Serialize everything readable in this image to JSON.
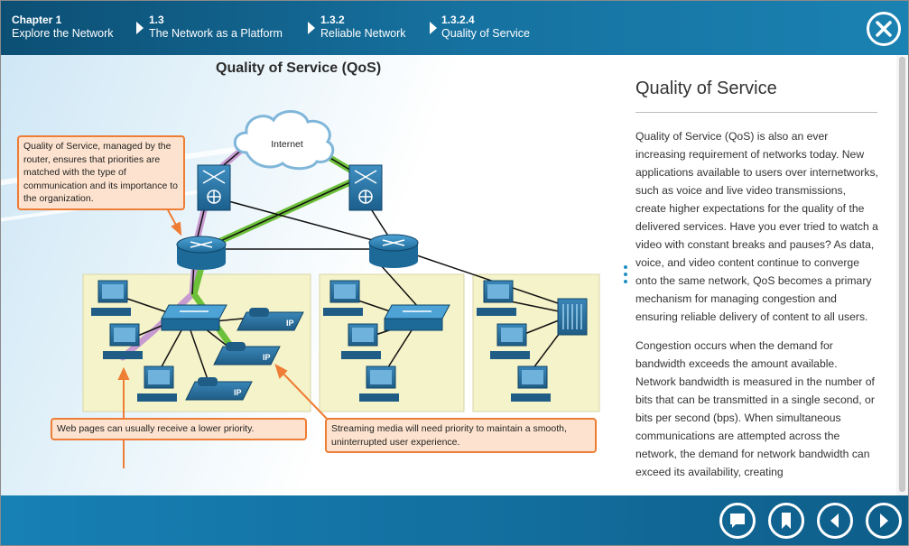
{
  "header": {
    "breadcrumbs": [
      {
        "number": "Chapter 1",
        "label": "Explore the Network"
      },
      {
        "number": "1.3",
        "label": "The Network as a Platform"
      },
      {
        "number": "1.3.2",
        "label": "Reliable Network"
      },
      {
        "number": "1.3.2.4",
        "label": "Quality of Service"
      }
    ],
    "close_icon": "close-icon"
  },
  "figure": {
    "title": "Quality of Service (QoS)",
    "internet_label": "Internet",
    "ip_label": "IP",
    "callouts": {
      "router": "Quality of Service, managed by the router, ensures that priorities are matched with the type of communication and its importance to the organization.",
      "web": "Web pages can usually receive a lower priority.",
      "streaming": "Streaming media will need priority to maintain a smooth, uninterrupted user experience."
    },
    "colors": {
      "priority_high": "#6dc03a",
      "priority_low": "#c79bd0",
      "callout_border": "#ee7d35",
      "callout_fill": "#fde3cf",
      "lan_fill": "#f5f3c9"
    }
  },
  "content": {
    "title": "Quality of Service",
    "paragraphs": [
      "Quality of Service (QoS) is also an ever increasing requirement of networks today. New applications available to users over internetworks, such as voice and live video transmissions, create higher expectations for the quality of the delivered services. Have you ever tried to watch a video with constant breaks and pauses? As data, voice, and video content continue to converge onto the same network, QoS becomes a primary mechanism for managing congestion and ensuring reliable delivery of content to all users.",
      "Congestion occurs when the demand for bandwidth exceeds the amount available. Network bandwidth is measured in the number of bits that can be transmitted in a single second, or bits per second (bps). When simultaneous communications are attempted across the network, the demand for network bandwidth can exceed its availability, creating"
    ]
  },
  "footer": {
    "buttons": [
      "comment-icon",
      "bookmark-icon",
      "previous-icon",
      "next-icon"
    ]
  }
}
